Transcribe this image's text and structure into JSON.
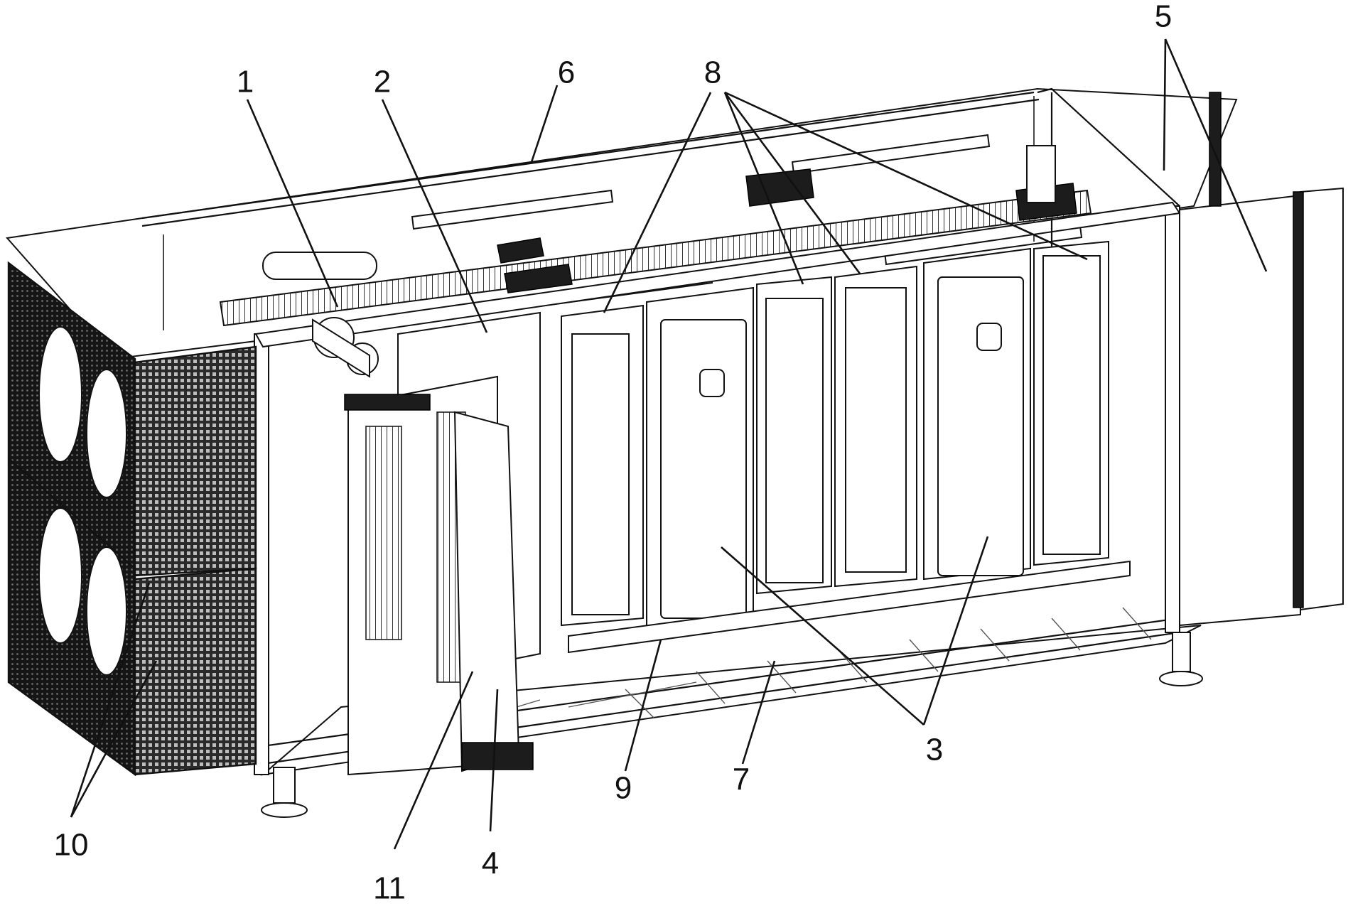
{
  "figure": {
    "callouts": [
      {
        "id": "1",
        "text": "1"
      },
      {
        "id": "2",
        "text": "2"
      },
      {
        "id": "3",
        "text": "3"
      },
      {
        "id": "4",
        "text": "4"
      },
      {
        "id": "5",
        "text": "5"
      },
      {
        "id": "6",
        "text": "6"
      },
      {
        "id": "7",
        "text": "7"
      },
      {
        "id": "8",
        "text": "8"
      },
      {
        "id": "9",
        "text": "9"
      },
      {
        "id": "10",
        "text": "10"
      },
      {
        "id": "11",
        "text": "11"
      }
    ]
  }
}
